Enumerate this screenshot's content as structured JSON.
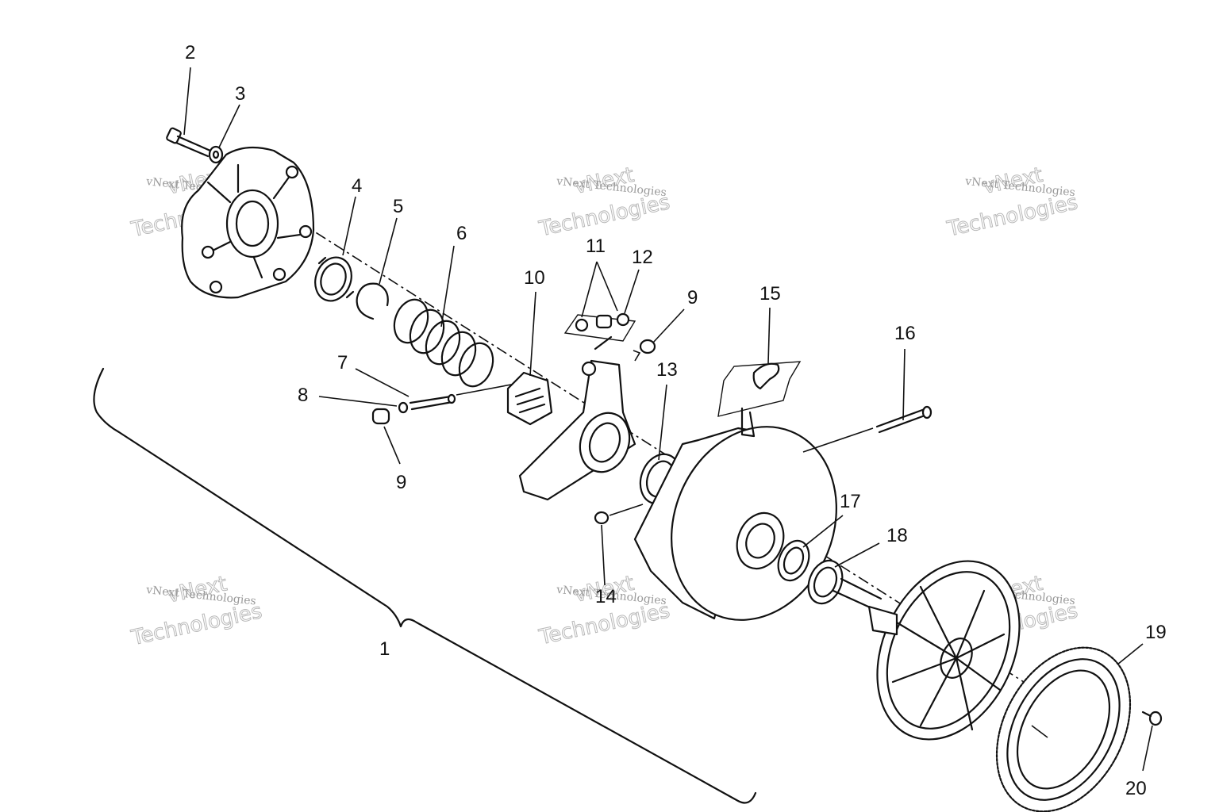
{
  "diagram": {
    "callouts": [
      "1",
      "2",
      "3",
      "4",
      "5",
      "6",
      "7",
      "8",
      "9",
      "10",
      "11",
      "12",
      "9",
      "13",
      "14",
      "15",
      "16",
      "17",
      "18",
      "19",
      "20"
    ],
    "watermark": {
      "line1": "vNext Technologies",
      "line2a": "vNext",
      "line2b": "Technologies"
    }
  }
}
